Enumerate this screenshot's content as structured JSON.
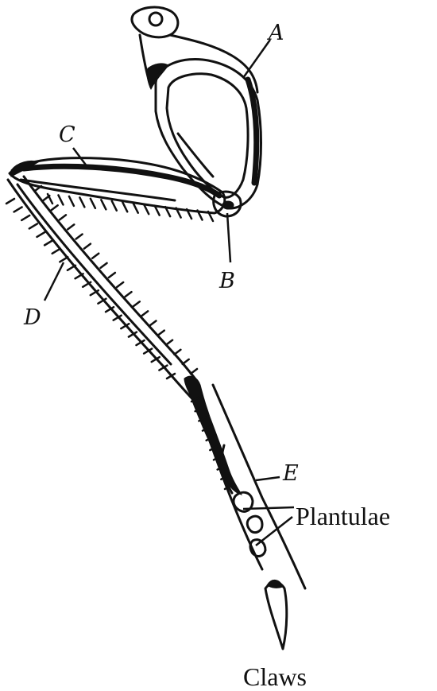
{
  "labels": {
    "a": "A",
    "b": "B",
    "c": "C",
    "d": "D",
    "e": "E",
    "plantulae": "Plantulae",
    "claws": "Claws"
  }
}
